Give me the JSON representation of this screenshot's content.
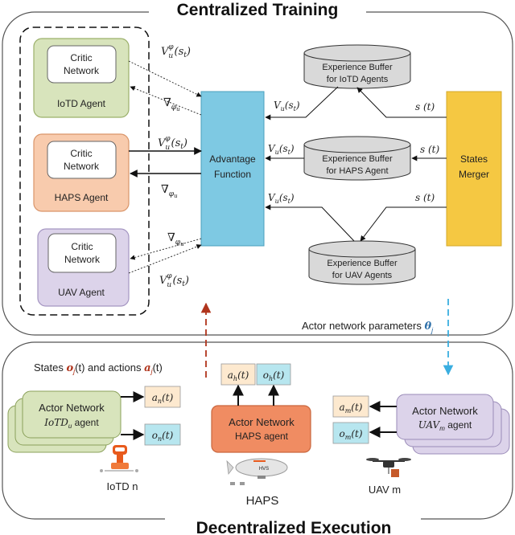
{
  "titles": {
    "top": "Centralized Training",
    "bottom": "Decentralized Execution"
  },
  "critics": [
    {
      "box": "Critic\nNetwork",
      "agent": "IoTD Agent",
      "fill": "#d8e4bc",
      "stroke": "#9bb06a"
    },
    {
      "box": "Critic\nNetwork",
      "agent": "HAPS Agent",
      "fill": "#f8cbad",
      "stroke": "#d9956a"
    },
    {
      "box": "Critic\nNetwork",
      "agent": "UAV Agent",
      "fill": "#dcd3ea",
      "stroke": "#a596c2"
    }
  ],
  "advantage": {
    "label": "Advantage\nFunction",
    "fill": "#7ec9e3",
    "stroke": "#4a9fbd"
  },
  "buffers": [
    {
      "label": "Experience Buffer\nfor IoTD Agents"
    },
    {
      "label": "Experience Buffer\nfor HAPS Agent"
    },
    {
      "label": "Experience Buffer\nfor UAV Agents"
    }
  ],
  "merger": {
    "label": "States\nMerger",
    "fill": "#f5c842",
    "stroke": "#d4a92a"
  },
  "math": {
    "v_phi": "V",
    "v_phi_sub": "u",
    "v_phi_sup": "φ",
    "v_phi_arg": "(s",
    "v_phi_arg_sub": "t",
    "v_phi_close": ")",
    "grad": "∇",
    "grad_sub": "φ",
    "grad_subsub": "u",
    "vu": "V",
    "vu_sub": "u",
    "vu_arg": "(s",
    "vu_arg_sub": "t",
    "vu_close": ")",
    "st": "s (t)"
  },
  "actor_params": {
    "text": "Actor network parameters ",
    "symbol": "θ",
    "symbol_sub": "j"
  },
  "states_actions": {
    "pre": "States ",
    "o": "o",
    "j": "j",
    "mid": "(t) and actions ",
    "a": "a",
    "post": "(t)"
  },
  "actors": {
    "iotd": {
      "title": "Actor Network",
      "sub_prefix": "IoTD",
      "sub_index": "u",
      "sub_suffix": " agent"
    },
    "haps": {
      "title": "Actor Network",
      "sub": "HAPS agent"
    },
    "uav": {
      "title": "Actor Network",
      "sub_prefix": "UAV",
      "sub_index": "m",
      "sub_suffix": " agent"
    }
  },
  "outputs": {
    "a_n": {
      "sym": "a",
      "sub": "n",
      "arg": "(t)"
    },
    "o_n": {
      "sym": "o",
      "sub": "n",
      "arg": "(t)"
    },
    "a_h": {
      "sym": "a",
      "sub": "h",
      "arg": "(t)"
    },
    "o_h": {
      "sym": "o",
      "sub": "h",
      "arg": "(t)"
    },
    "a_m": {
      "sym": "a",
      "sub": "m",
      "arg": "(t)"
    },
    "o_m": {
      "sym": "o",
      "sub": "m",
      "arg": "(t)"
    }
  },
  "devices": {
    "iotd": "IoTD n",
    "haps": "HAPS",
    "haps_body": "HVS",
    "uav": "UAV m"
  },
  "colors": {
    "actor_fill": "#d8e4bc",
    "haps_actor_fill": "#f08c62",
    "uav_actor_fill": "#dcd3ea",
    "a_box": "#fde9cf",
    "o_box": "#b7e6ef",
    "red_dash": "#b0341c",
    "blue_dash": "#3aaee0"
  }
}
